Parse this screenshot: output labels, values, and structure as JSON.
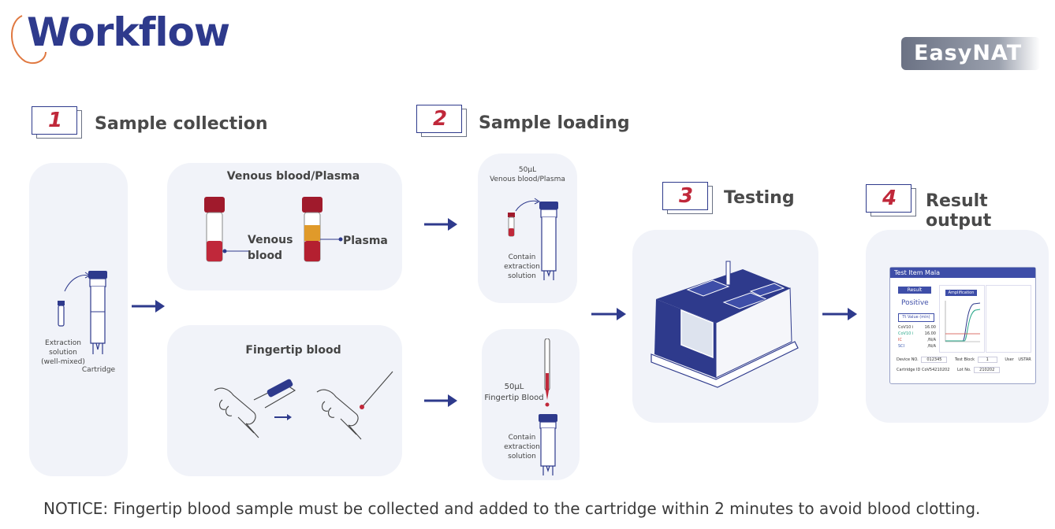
{
  "page": {
    "title": "Workflow",
    "brand": "EasyNAT"
  },
  "steps": [
    {
      "number": "1",
      "label": "Sample collection"
    },
    {
      "number": "2",
      "label": "Sample loading"
    },
    {
      "number": "3",
      "label": "Testing"
    },
    {
      "number": "4",
      "label": "Result output"
    }
  ],
  "collection": {
    "extraction_label_line1": "Extraction solution",
    "extraction_label_line2": "(well-mixed)",
    "cartridge_label": "Cartridge",
    "venous_title": "Venous blood/Plasma",
    "venous_label_line1": "Venous",
    "venous_label_line2": "blood",
    "plasma_label": "Plasma",
    "fingertip_title": "Fingertip blood"
  },
  "loading": {
    "venous_volume": "50μL",
    "venous_sample": "Venous blood/Plasma",
    "contain_line1": "Contain",
    "contain_line2": "extraction",
    "contain_line3": "solution",
    "finger_volume": "50μL",
    "finger_sample": "Fingertip Blood"
  },
  "result_screen": {
    "header": "Test Item  Mala",
    "result_tab": "Result",
    "result_value": "Positive",
    "tt_header": "Tt Value  (min)",
    "rows": [
      {
        "name": "CoV10 i",
        "value": "16.00",
        "color": "#333333"
      },
      {
        "name": "CoV10 i",
        "value": "16.00",
        "color": "#2aa88a"
      },
      {
        "name": "IC",
        "value": "/N/A",
        "color": "#d0443a"
      },
      {
        "name": "SCI",
        "value": "/N/A",
        "color": "#3c5bb0"
      }
    ],
    "amplification_tab": "Amplification",
    "device_label": "Device NO.",
    "device_value": "012345",
    "block_label": "Test Block",
    "block_value": "1",
    "user_label": "User",
    "user_value": "USTAR",
    "cartridge_label": "Cartridge ID",
    "cartridge_value": "CoV54210202",
    "lot_label": "Lot No.",
    "lot_value": "210202"
  },
  "notice": "NOTICE: Fingertip blood sample must be collected and added to the cartridge within 2 minutes to avoid blood clotting.",
  "colors": {
    "navy": "#2e3a8c",
    "red": "#c0283a",
    "panel": "#f1f3f9",
    "arrow": "#2e3a8c"
  }
}
